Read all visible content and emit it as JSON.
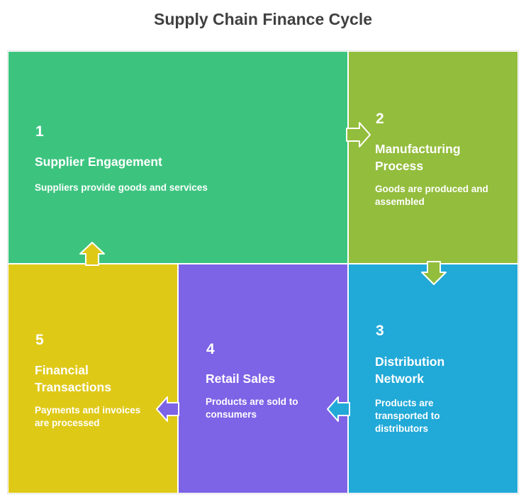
{
  "title": "Supply Chain Finance Cycle",
  "steps": [
    {
      "number": "1",
      "heading": "Supplier Engagement",
      "description": "Suppliers provide goods and services",
      "color": "#3cc47f"
    },
    {
      "number": "2",
      "heading": "Manufacturing Process",
      "description": "Goods are produced and assembled",
      "color": "#93bd3c"
    },
    {
      "number": "3",
      "heading": "Distribution Network",
      "description": "Products are transported to distributors",
      "color": "#21a9d8"
    },
    {
      "number": "4",
      "heading": "Retail Sales",
      "description": "Products are sold to consumers",
      "color": "#7d63e6"
    },
    {
      "number": "5",
      "heading": "Financial Transactions",
      "description": "Payments and invoices are processed",
      "color": "#dfc917"
    }
  ]
}
